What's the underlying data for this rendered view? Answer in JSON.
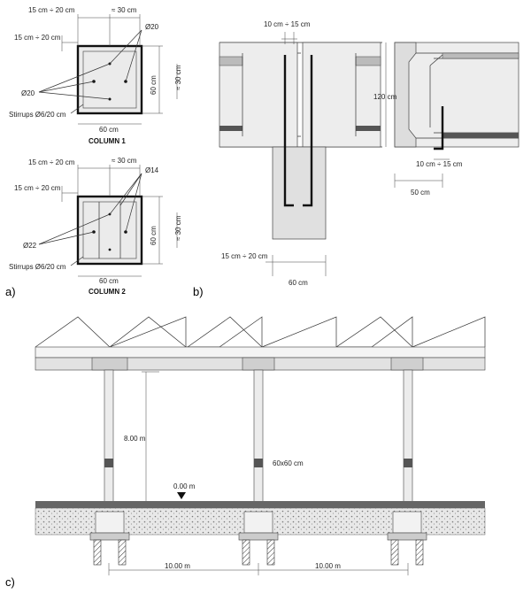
{
  "panels": {
    "a": "a)",
    "b": "b)",
    "c": "c)"
  },
  "column1": {
    "dim_top_left": "15 cm ÷ 20 cm",
    "dim_top_right": "≈ 30 cm",
    "dim_mid_left": "15 cm ÷ 20 cm",
    "bar_top": "Ø20",
    "bar_left": "Ø20",
    "stirrups": "Stirrups Ø6/20 cm",
    "side_60": "60 cm",
    "side_30": "≈ 30 cm",
    "bottom_60": "60 cm",
    "title": "COLUMN 1"
  },
  "column2": {
    "dim_top_left": "15 cm ÷ 20 cm",
    "dim_top_right": "≈ 30 cm",
    "dim_mid_left": "15 cm ÷ 20 cm",
    "bar_top": "Ø14",
    "bar_left": "Ø22",
    "stirrups": "Stirrups Ø6/20 cm",
    "side_60": "60 cm",
    "side_30": "≈ 30 cm",
    "bottom_60": "60 cm",
    "title": "COLUMN 2"
  },
  "detail_b": {
    "top_gap": "10 cm ÷ 15 cm",
    "height": "120 cm",
    "bottom_left": "15 cm ÷ 20 cm",
    "bottom_width": "60 cm",
    "right_gap": "10 cm ÷ 15 cm",
    "right_width": "50 cm"
  },
  "section_c": {
    "height": "8.00 m",
    "column_size": "60x60 cm",
    "level": "0.00 m",
    "span1": "10.00 m",
    "span2": "10.00 m"
  }
}
